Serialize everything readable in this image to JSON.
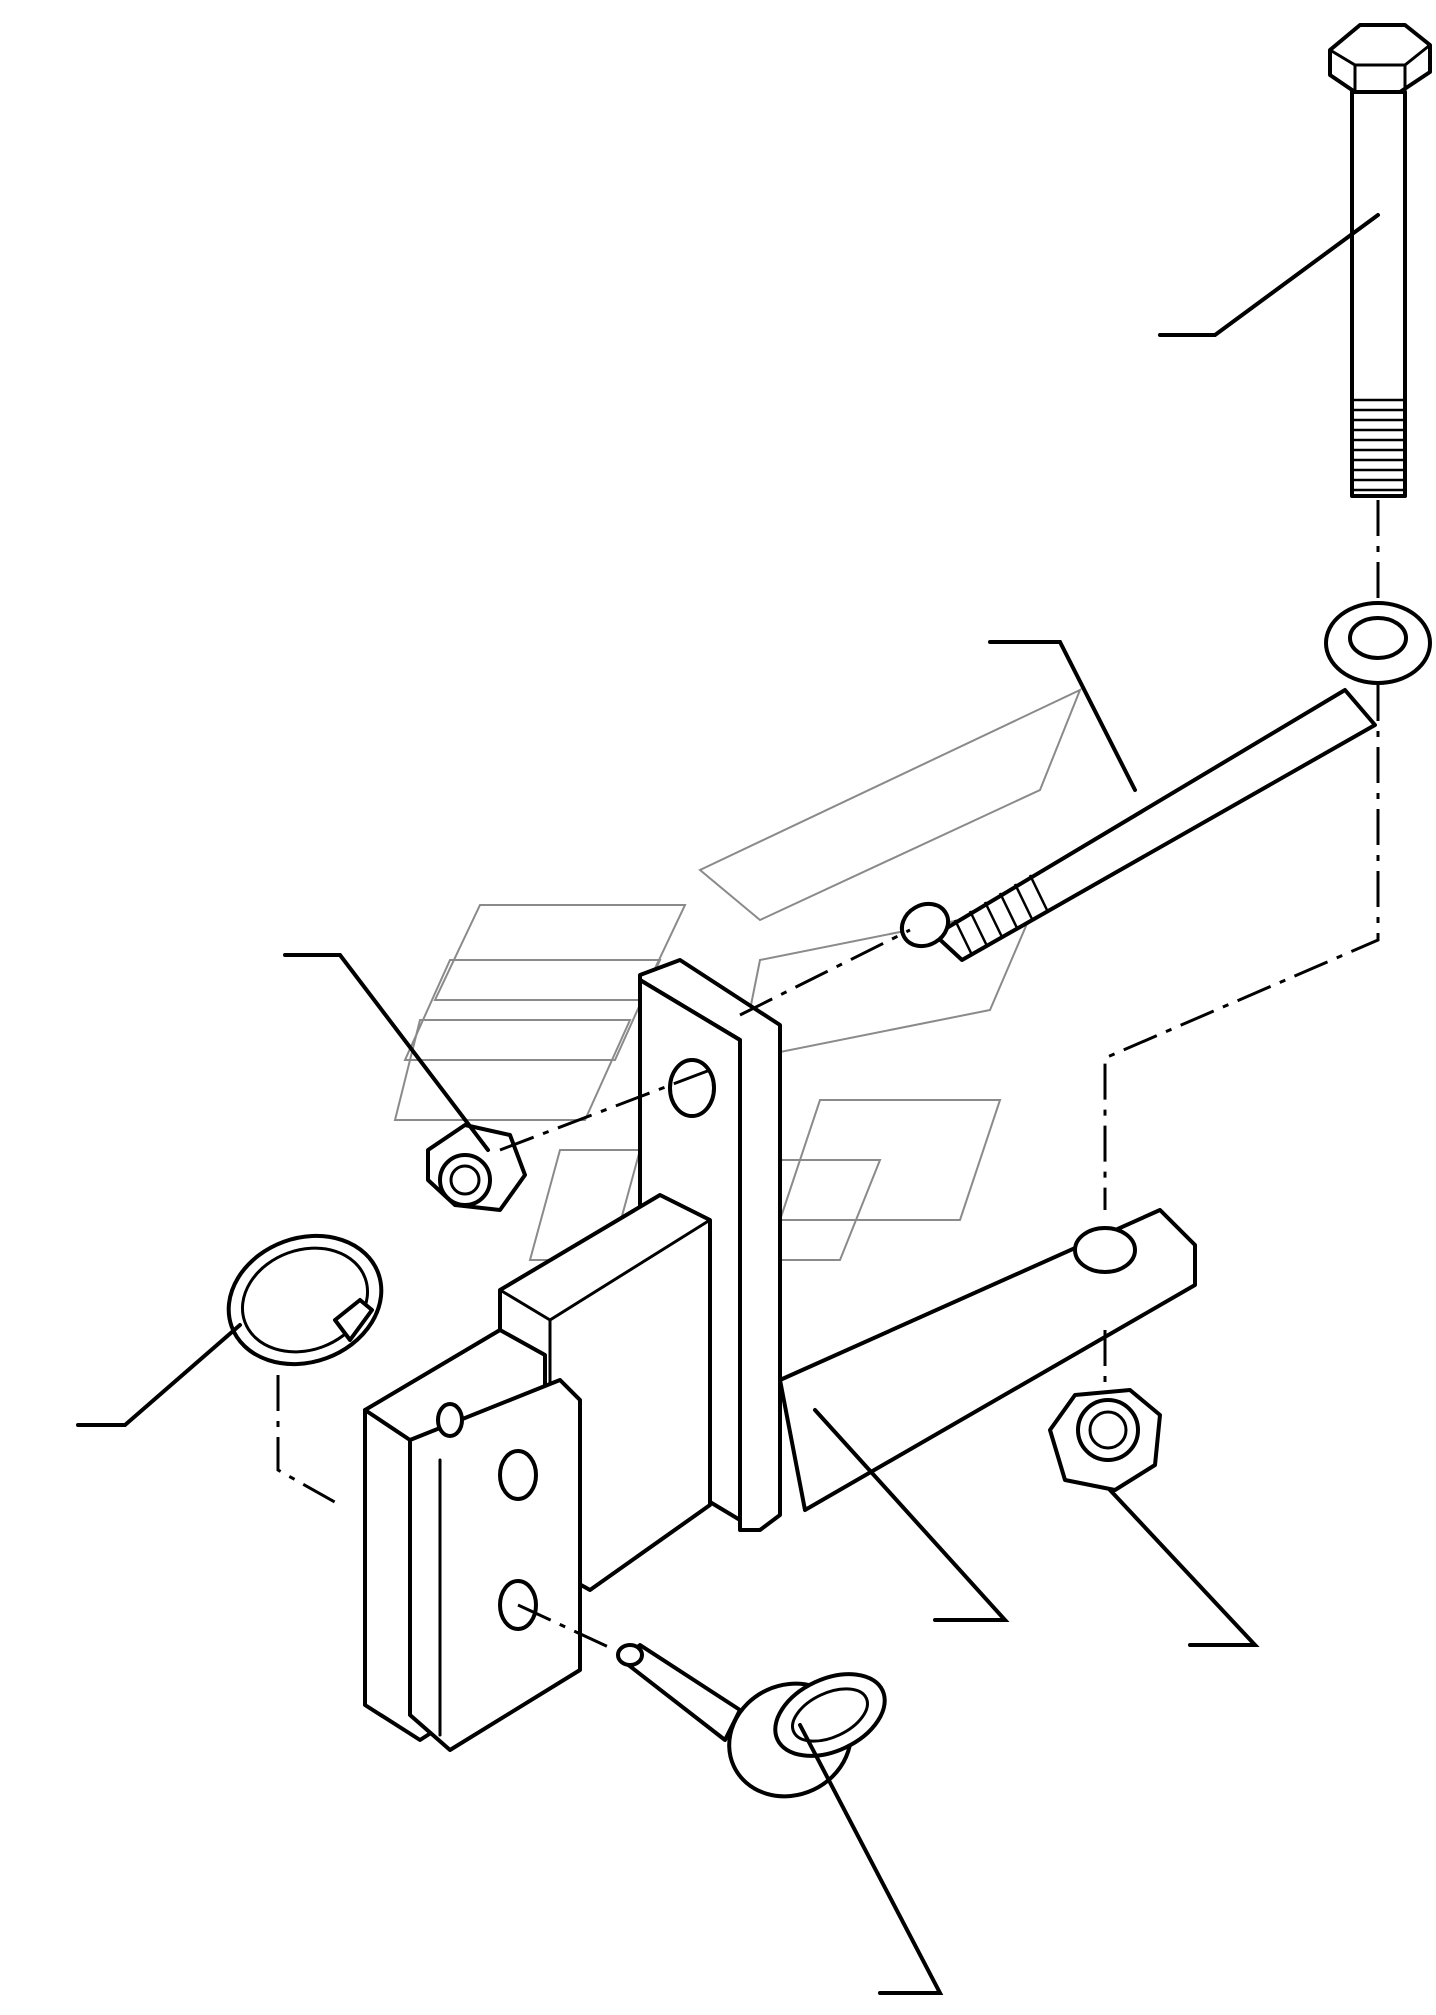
{
  "colors": {
    "background": "#ffffff",
    "line": "#000000",
    "watermark": "#8a8a8a"
  },
  "parts": [
    "hex-bolt",
    "eye-rod",
    "lock-nut-upper",
    "spring-clip-ring",
    "bracket",
    "lock-nut-lower",
    "lynch-pin"
  ]
}
